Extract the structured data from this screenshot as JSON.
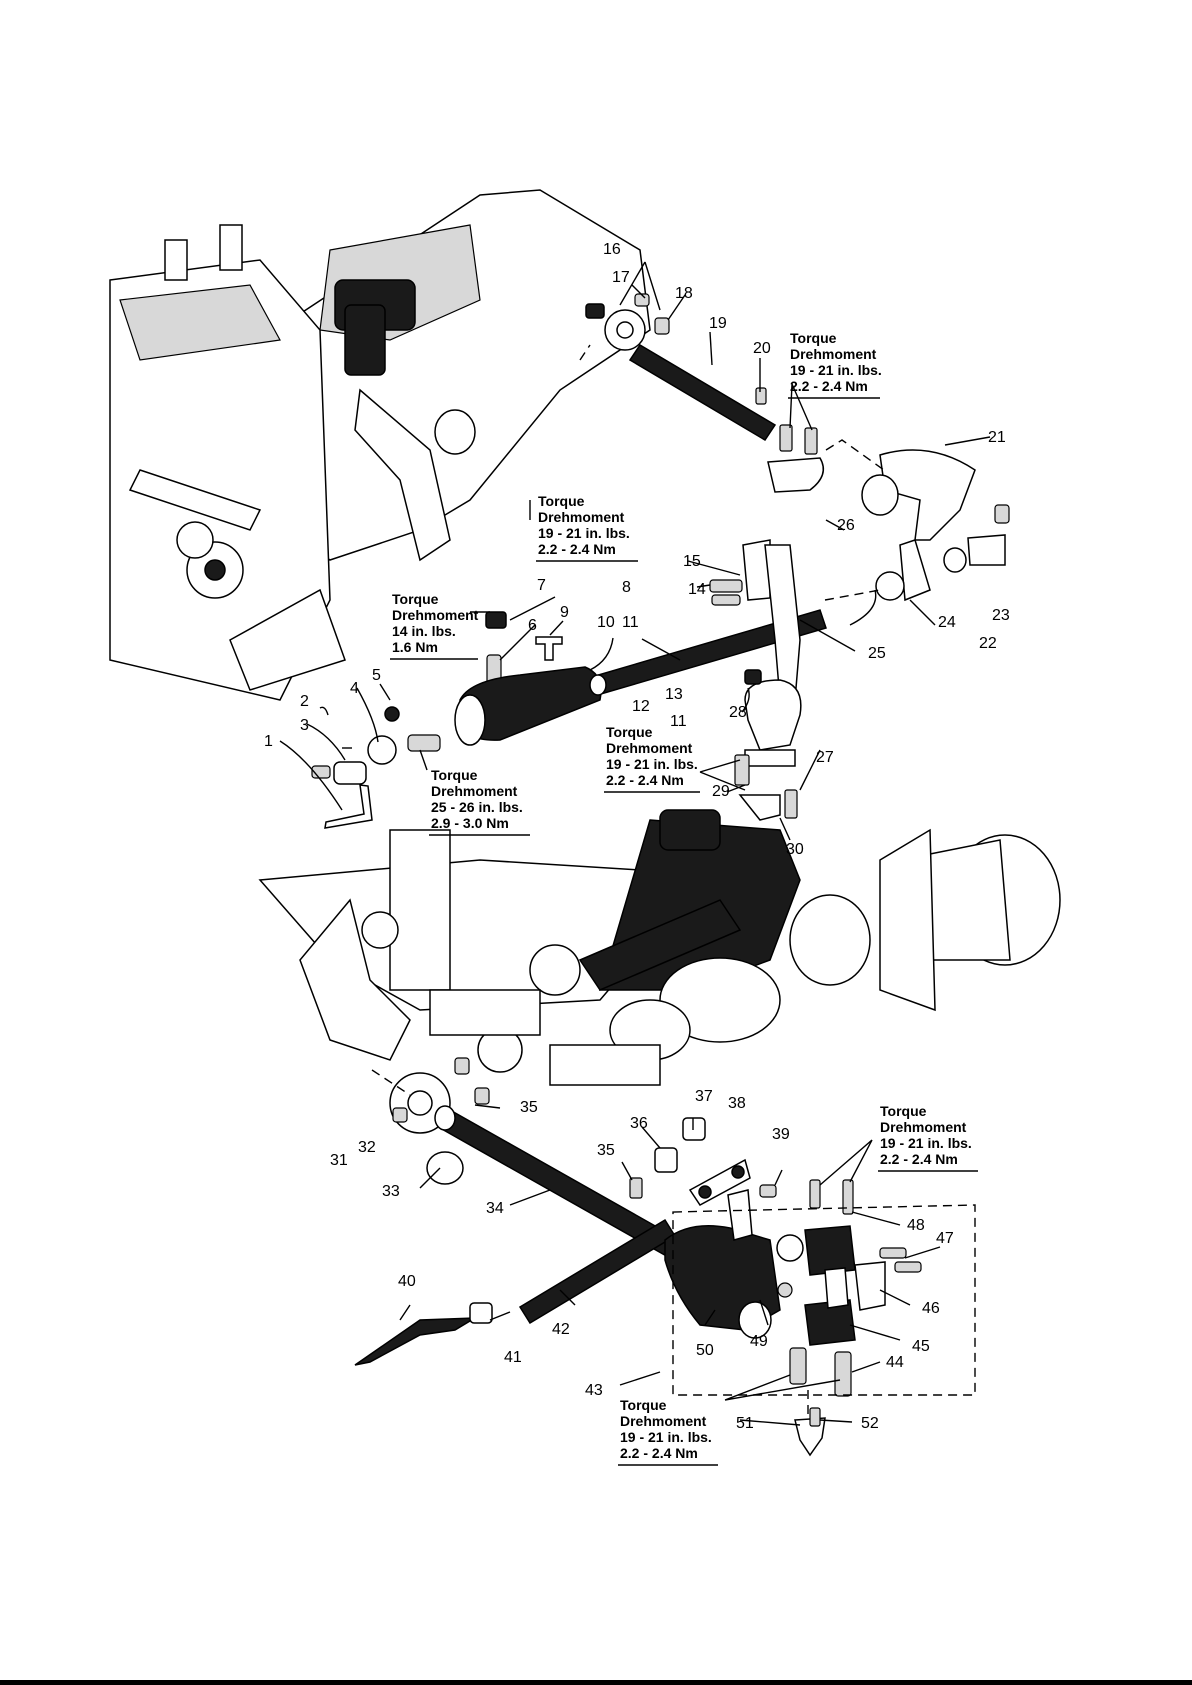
{
  "part_numbers": [
    "1",
    "2",
    "3",
    "4",
    "5",
    "6",
    "7",
    "8",
    "9",
    "10",
    "11",
    "11",
    "12",
    "13",
    "14",
    "15",
    "16",
    "17",
    "18",
    "19",
    "20",
    "21",
    "22",
    "23",
    "24",
    "25",
    "26",
    "27",
    "28",
    "29",
    "30",
    "31",
    "32",
    "33",
    "34",
    "35",
    "35",
    "36",
    "37",
    "38",
    "39",
    "40",
    "41",
    "42",
    "43",
    "44",
    "45",
    "46",
    "47",
    "48",
    "49",
    "50",
    "51",
    "52"
  ],
  "torque_notes": [
    {
      "line1": "Torque",
      "line2": "Drehmoment",
      "line3": "19 - 21 in. lbs.",
      "line4": "2.2 - 2.4 Nm"
    },
    {
      "line1": "Torque",
      "line2": "Drehmoment",
      "line3": "19 - 21 in. lbs.",
      "line4": "2.2 - 2.4 Nm"
    },
    {
      "line1": "Torque",
      "line2": "Drehmoment",
      "line3": "14 in. lbs.",
      "line4": "1.6 Nm"
    },
    {
      "line1": "Torque",
      "line2": "Drehmoment",
      "line3": "19 - 21 in. lbs.",
      "line4": "2.2 - 2.4 Nm"
    },
    {
      "line1": "Torque",
      "line2": "Drehmoment",
      "line3": "25 - 26 in. lbs.",
      "line4": "2.9 - 3.0 Nm"
    },
    {
      "line1": "Torque",
      "line2": "Drehmoment",
      "line3": "19 - 21 in. lbs.",
      "line4": "2.2 - 2.4 Nm"
    },
    {
      "line1": "Torque",
      "line2": "Drehmoment",
      "line3": "19 - 21 in. lbs.",
      "line4": "2.2 - 2.4 Nm"
    }
  ]
}
